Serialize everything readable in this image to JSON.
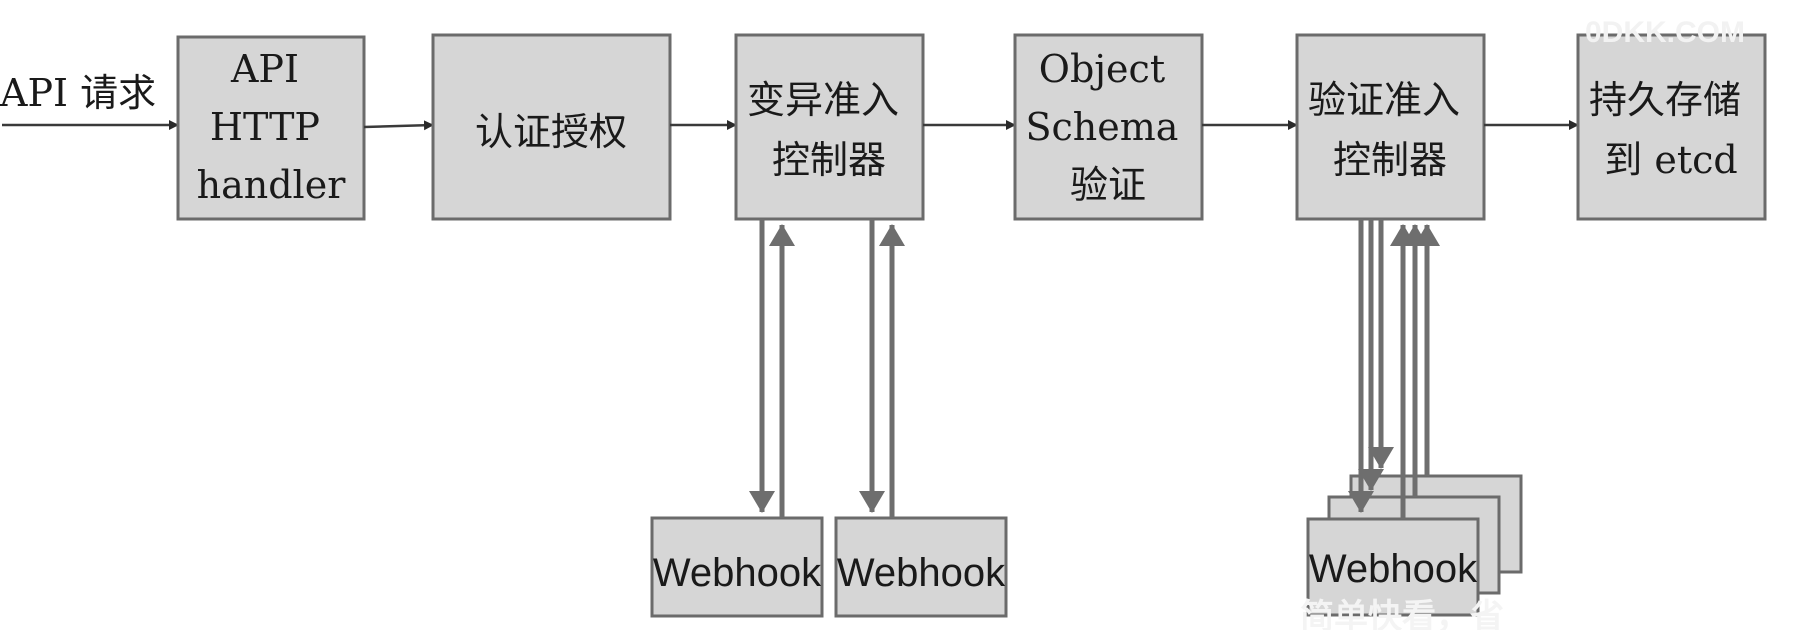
{
  "input_label": "API 请求",
  "stages": {
    "api_handler": [
      "API",
      "HTTP",
      "handler"
    ],
    "authn_authz": [
      "认证授权"
    ],
    "mutating_admission": [
      "变异准入",
      "控制器"
    ],
    "schema_validation": [
      "Object",
      "Schema",
      "验证"
    ],
    "validating_admission": [
      "验证准入",
      "控制器"
    ],
    "persist": [
      "持久存储",
      "到 etcd"
    ]
  },
  "webhooks": {
    "mutating_1": "Webhook",
    "mutating_2": "Webhook",
    "validating": "Webhook"
  },
  "watermark_top": "0DKK.COM",
  "watermark_bottom": "简单快看，省"
}
